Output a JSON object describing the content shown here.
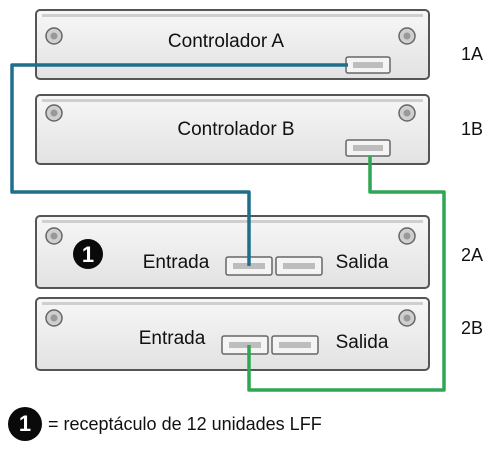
{
  "modules": [
    {
      "id": "controller-a",
      "name": "Controlador A",
      "side_label": "1A"
    },
    {
      "id": "controller-b",
      "name": "Controlador B",
      "side_label": "1B"
    },
    {
      "id": "enclosure-2a",
      "in_label": "Entrada",
      "out_label": "Salida",
      "side_label": "2A",
      "badge": "1"
    },
    {
      "id": "enclosure-2b",
      "in_label": "Entrada",
      "out_label": "Salida",
      "side_label": "2B"
    }
  ],
  "cables": [
    {
      "from": "controller-a",
      "to": "enclosure-2a",
      "color": "#1f6e8c"
    },
    {
      "from": "controller-b",
      "to": "enclosure-2b",
      "color": "#2ea653"
    }
  ],
  "legend": {
    "badge": "1",
    "text": "= receptáculo de 12 unidades LFF"
  },
  "colors": {
    "panel_fill": "#eeeeee",
    "panel_stroke": "#555555",
    "badge": "#0a0a0a"
  }
}
